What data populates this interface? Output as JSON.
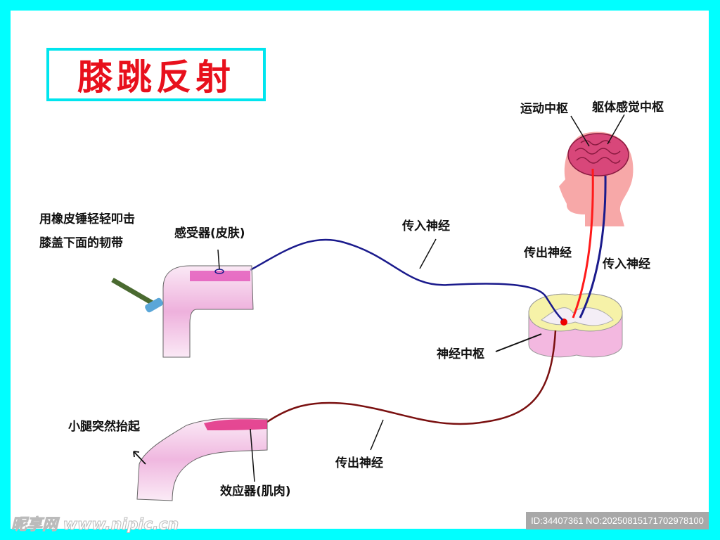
{
  "title": "膝跳反射",
  "labels": {
    "motor_center": "运动中枢",
    "sensory_center": "躯体感觉中枢",
    "efferent_upper": "传出神经",
    "afferent_upper": "传入神经",
    "afferent_main": "传入神经",
    "nerve_center": "神经中枢",
    "efferent_main": "传出神经",
    "instruction_line1": "用橡皮锤轻轻叩击",
    "instruction_line2": "膝盖下面的韧带",
    "receptor": "感受器(皮肤)",
    "leg_raise": "小腿突然抬起",
    "effector": "效应器(肌肉)"
  },
  "watermark": {
    "site": "昵享网 www.nipic.cn",
    "id": "ID:34407361 NO:20250815171702978100"
  },
  "colors": {
    "afferent": "#1a1a8c",
    "efferent": "#7a1010",
    "brain_motor": "#ff1a1a",
    "border": "#00ffff",
    "title": "#e8101c"
  }
}
